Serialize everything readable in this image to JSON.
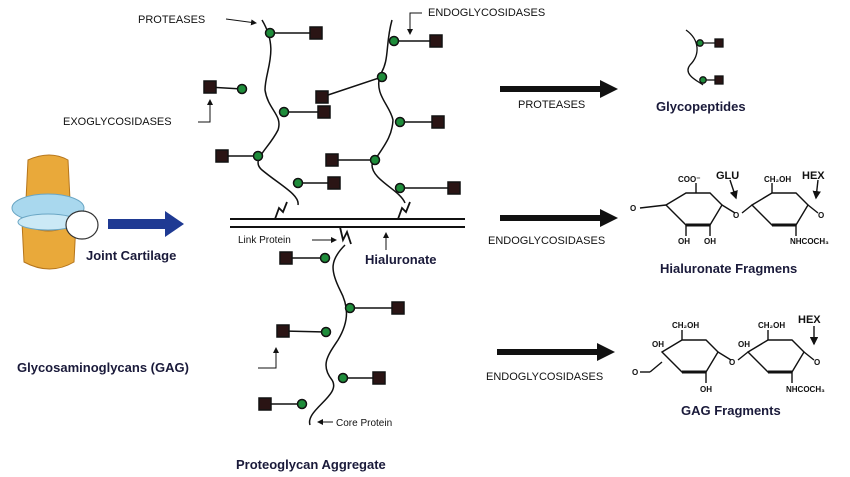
{
  "labels": {
    "proteases_top": "PROTEASES",
    "endoglycosidases_top": "ENDOGLYCOSIDASES",
    "exoglycosidases": "EXOGLYCOSIDASES",
    "joint_cartilage": "Joint Cartilage",
    "link_protein": "Link Protein",
    "hialuronate": "Hialuronate",
    "gag": "Glycosaminoglycans (GAG)",
    "core_protein": "Core Protein",
    "aggregate": "Proteoglycan Aggregate"
  },
  "reactions": [
    {
      "enzyme": "PROTEASES",
      "product": "Glycopeptides"
    },
    {
      "enzyme": "ENDOGLYCOSIDASES",
      "product": "Hialuronate Fragmens"
    },
    {
      "enzyme": "ENDOGLYCOSIDASES",
      "product": "GAG Fragments"
    }
  ],
  "chem": {
    "coo": "COO⁻",
    "glu": "GLU",
    "hex1": "HEX",
    "hex2": "HEX",
    "ch2oh_a": "CH₂OH",
    "ch2oh_b": "CH₂OH",
    "ch2oh_c": "CH₂OH",
    "oh": "OH",
    "o": "O",
    "nhcoch3_a": "NHCOCH₃",
    "nhcoch3_b": "NHCOCH₃"
  },
  "colors": {
    "node": "#1e8c3a",
    "square": "#2a1414",
    "arrow_blue": "#1f3a93",
    "cartilage": "#e9a93a",
    "cartilage_blue": "#a9d8ee"
  }
}
